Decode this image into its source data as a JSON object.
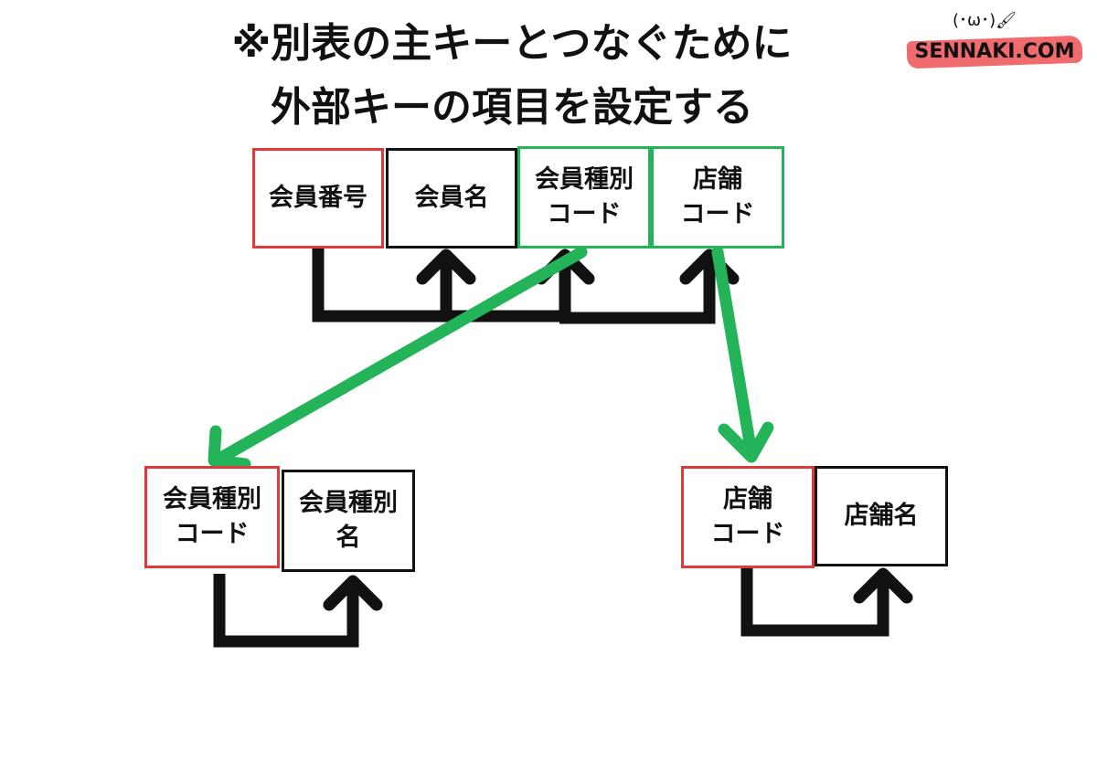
{
  "title": {
    "line1": "※別表の主キーとつなぐために",
    "line2": "外部キーの項目を設定する"
  },
  "logo": {
    "text": "SENNAKI.COM",
    "face": "(･ω･)🖌"
  },
  "main_table": {
    "member_no": "会員番号",
    "member_name": "会員名",
    "member_type_code": "会員種別\nコード",
    "store_code": "店舗\nコード"
  },
  "member_type_table": {
    "code": "会員種別\nコード",
    "name": "会員種別\n名"
  },
  "store_table": {
    "code": "店舗\nコード",
    "name": "店舗名"
  },
  "colors": {
    "primary_key_border": "#e0393a",
    "foreign_key_border": "#23b459",
    "foreign_key_arrow": "#23b459",
    "dependency_arrow": "#111111",
    "logo_stripe": "#f06b6e"
  }
}
